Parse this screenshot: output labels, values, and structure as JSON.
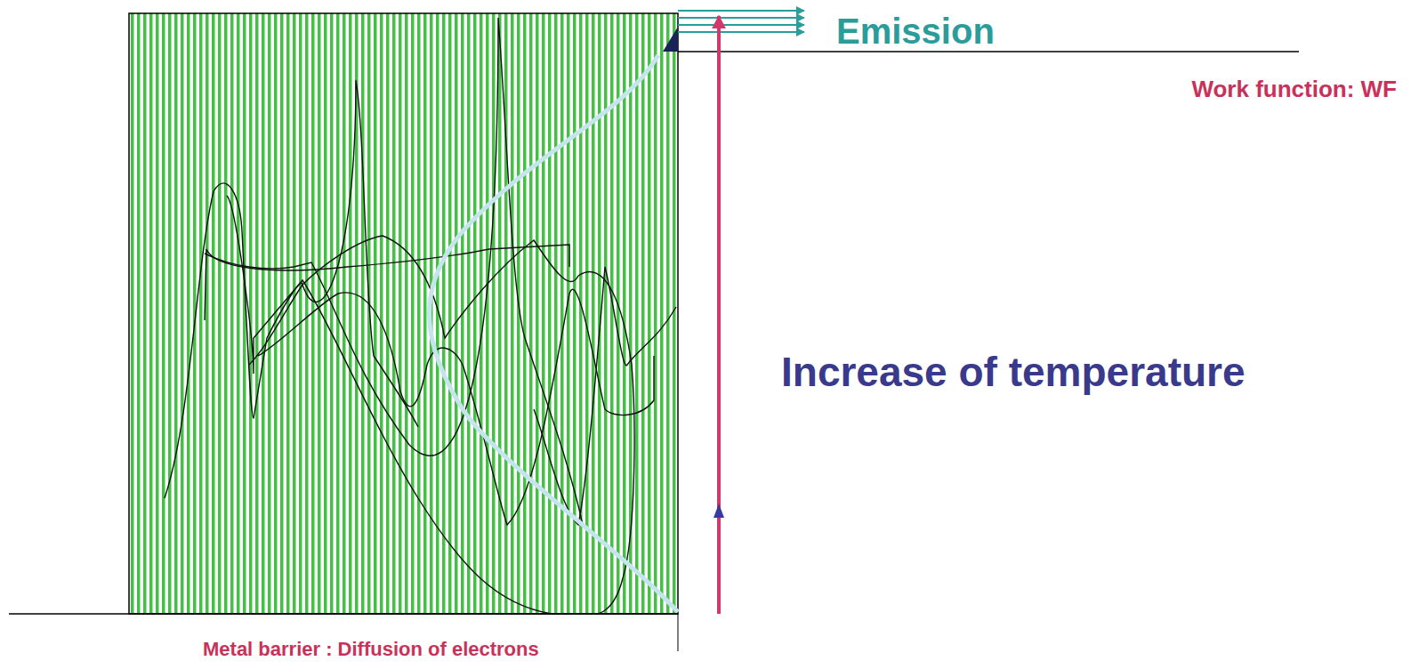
{
  "diagram": {
    "labels": [
      "Emission",
      "Work function: WF",
      "Increase of temperature",
      "Metal barrier : Diffusion of electrons"
    ]
  }
}
